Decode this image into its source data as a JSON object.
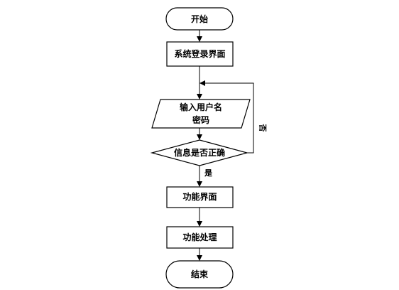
{
  "flowchart": {
    "start": "开始",
    "login_screen": "系统登录界面",
    "input_line1": "输入用户名",
    "input_line2": "密码",
    "decision": "信息是否正确",
    "yes_label": "是",
    "no_label": "否",
    "function_screen": "功能界面",
    "function_process": "功能处理",
    "end": "结束"
  }
}
